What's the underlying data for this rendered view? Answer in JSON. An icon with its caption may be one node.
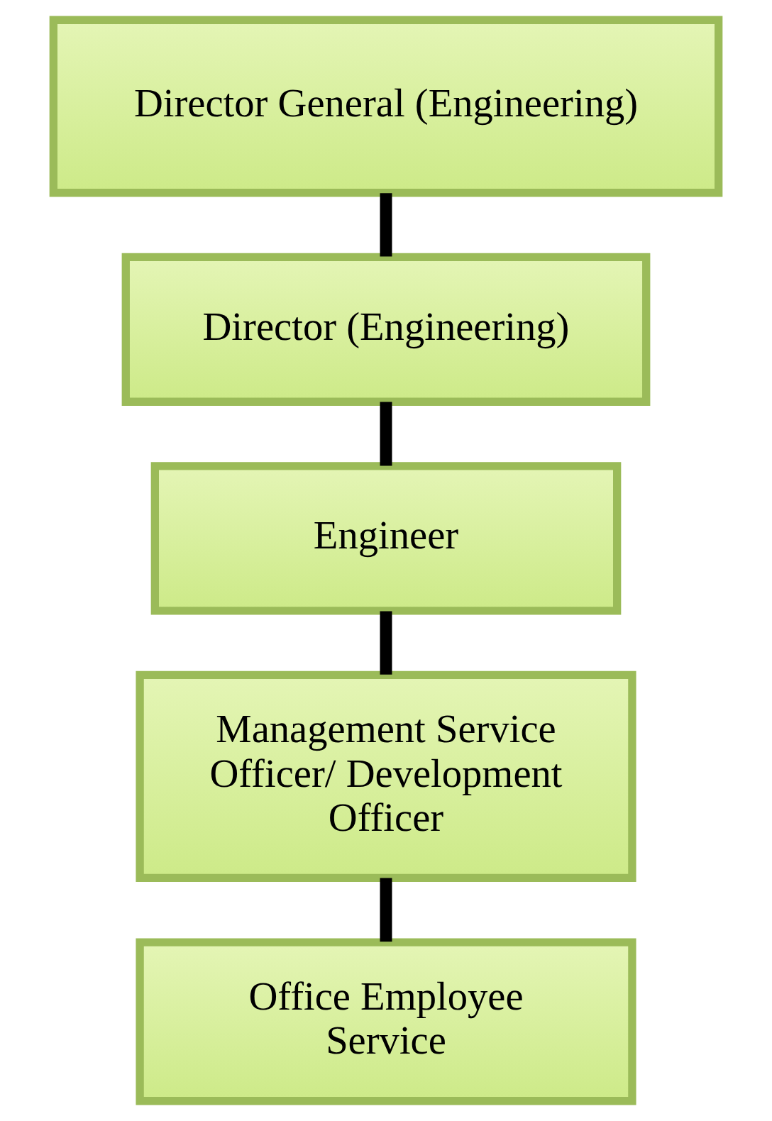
{
  "diagram": {
    "nodes": [
      {
        "text": [
          "Director General (Engineering)"
        ]
      },
      {
        "text": [
          "Director (Engineering)"
        ]
      },
      {
        "text": [
          "Engineer"
        ]
      },
      {
        "text": [
          "Management Service Officer/ Development Officer"
        ]
      },
      {
        "text": [
          "Office Employee Service"
        ]
      }
    ],
    "edges": [
      {
        "from": 0,
        "to": 1,
        "arrow": "none"
      },
      {
        "from": 1,
        "to": 2,
        "arrow": "none"
      },
      {
        "from": 2,
        "to": 3,
        "arrow": "none"
      },
      {
        "from": 3,
        "to": 4,
        "arrow": "none"
      }
    ]
  }
}
